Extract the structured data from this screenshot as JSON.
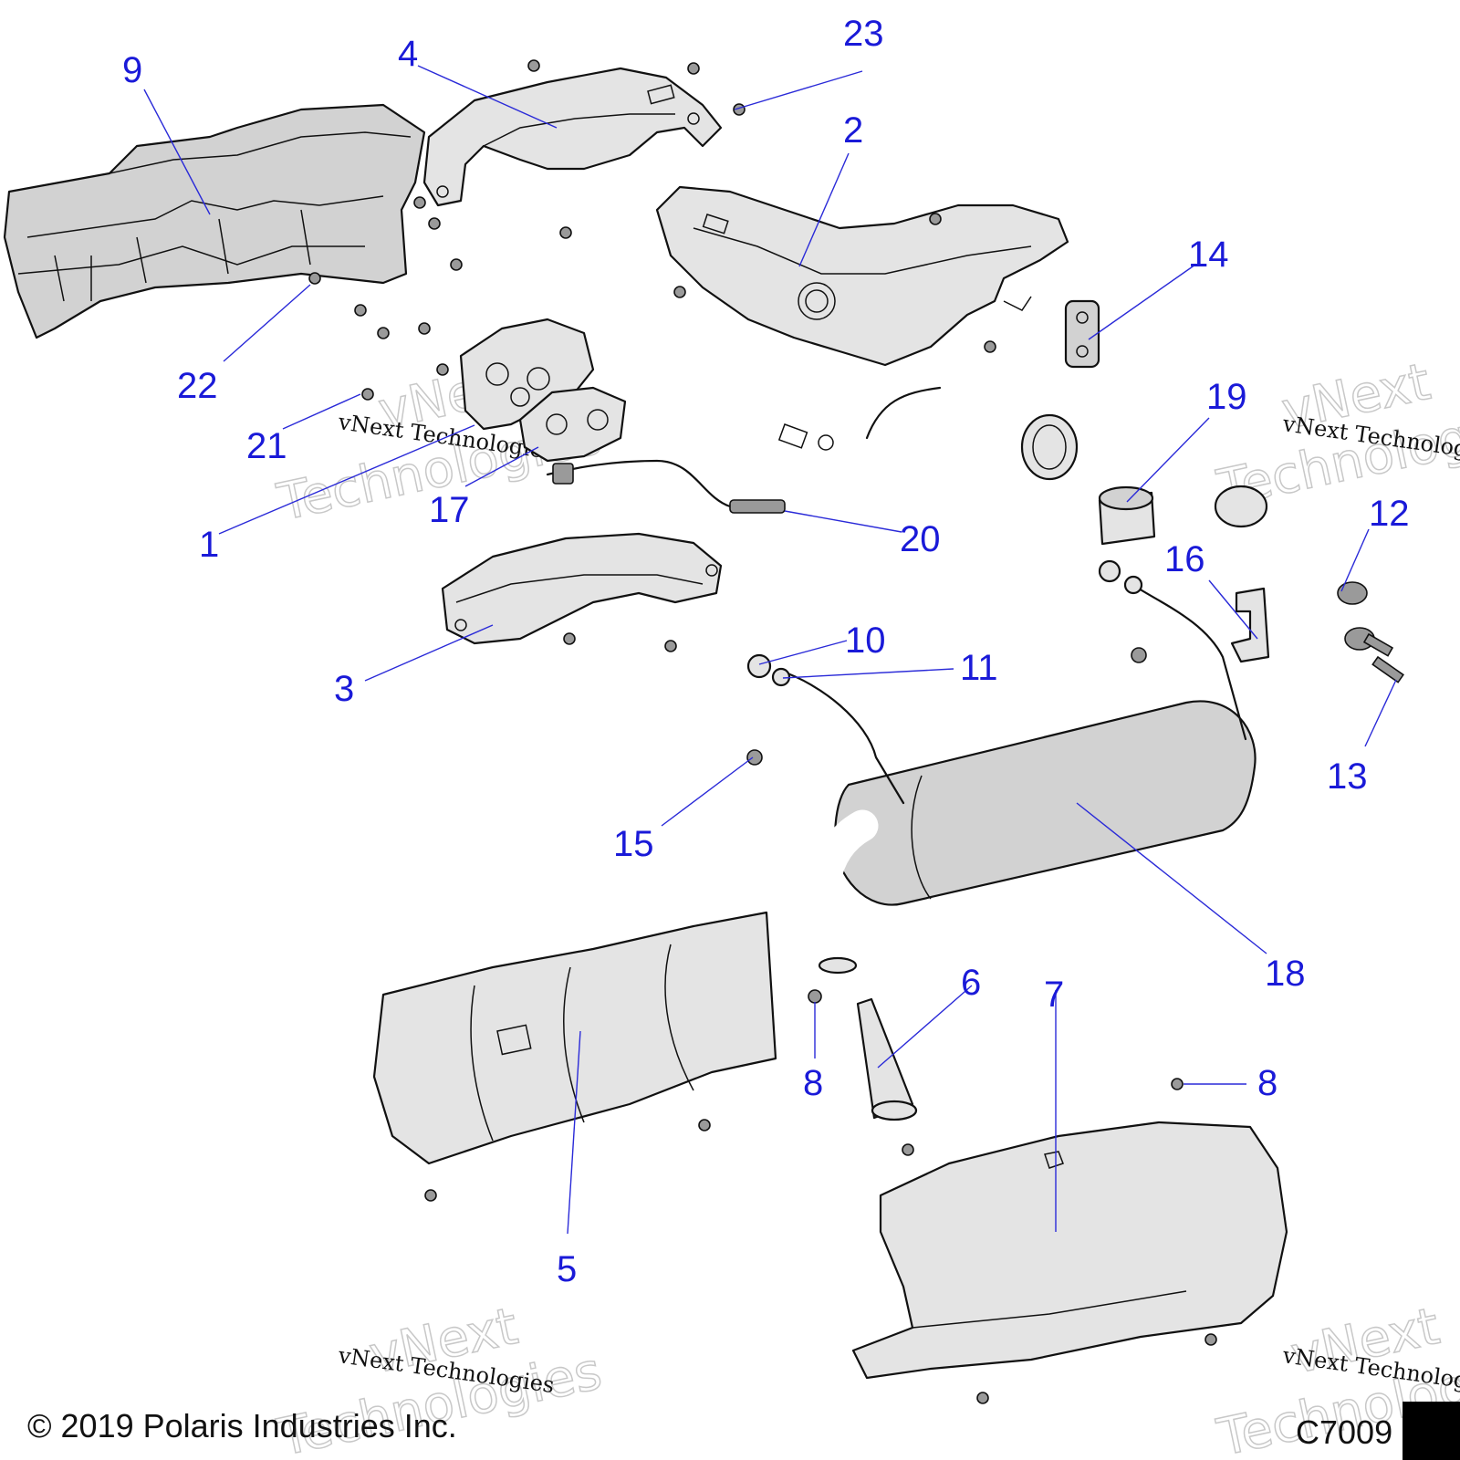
{
  "copyright": "© 2019 Polaris Industries Inc.",
  "diagram_code": "C7009",
  "watermark": {
    "text": "vNext Technologies",
    "brand": "vNext",
    "word": "Technologies"
  },
  "callouts": {
    "c1": "1",
    "c2": "2",
    "c3": "3",
    "c4": "4",
    "c5": "5",
    "c6": "6",
    "c7": "7",
    "c8a": "8",
    "c8b": "8",
    "c9": "9",
    "c10": "10",
    "c11": "11",
    "c12": "12",
    "c13": "13",
    "c14": "14",
    "c15": "15",
    "c16": "16",
    "c17": "17",
    "c18": "18",
    "c19": "19",
    "c20": "20",
    "c21": "21",
    "c22": "22",
    "c23": "23"
  },
  "colors": {
    "callout": "#1a1ad8",
    "part_fill": "#d2d2d2",
    "outline": "#111111"
  }
}
